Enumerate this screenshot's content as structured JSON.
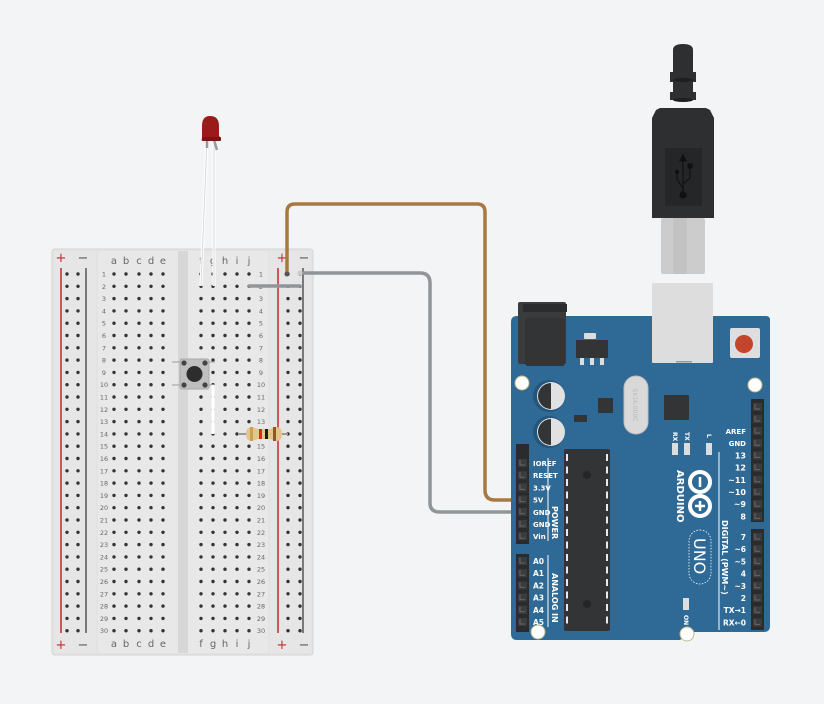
{
  "canvas": {
    "background": "#f3f4f6"
  },
  "breadboard": {
    "columns_left": [
      "a",
      "b",
      "c",
      "d",
      "e"
    ],
    "columns_right": [
      "f",
      "g",
      "h",
      "i",
      "j"
    ],
    "rows": 30,
    "rail_plus": "+",
    "rail_minus": "−",
    "colors": {
      "body": "#e6e6e6",
      "plus_line": "#c8262e",
      "minus_line": "#555555",
      "hole": "#333333",
      "label": "#666666"
    }
  },
  "components": {
    "led": {
      "name": "LED",
      "color": "#9b1b1b"
    },
    "pushbutton": {
      "name": "Pushbutton"
    },
    "resistor": {
      "name": "Resistor",
      "bands": [
        "#8a5a2b",
        "#e8211b",
        "#1a1a1a",
        "#c8a250"
      ]
    },
    "usb_cable": {
      "name": "USB Cable"
    }
  },
  "wires": [
    {
      "name": "5v-wire",
      "color": "#a87842",
      "from": "breadboard + rail row 1",
      "to": "Arduino 5V"
    },
    {
      "name": "gnd-wire",
      "color": "#8f9598",
      "from": "breadboard − rail row 1",
      "to": "Arduino GND"
    },
    {
      "name": "row2-jumper",
      "color": "#8f9598",
      "from": "j2",
      "to": "− rail row 2"
    }
  ],
  "arduino": {
    "board_color": "#2f6a96",
    "logo_text": "ARDUINO",
    "model_text": "UNO",
    "crystal_text": "SK16.000C",
    "on_label": "ON",
    "l_label": "L",
    "tx_label": "TX",
    "rx_label": "RX",
    "power_header_title": "POWER",
    "power_pins": [
      "IOREF",
      "RESET",
      "3.3V",
      "5V",
      "GND",
      "GND",
      "Vin"
    ],
    "analog_header_title": "ANALOG IN",
    "analog_pins": [
      "A0",
      "A1",
      "A2",
      "A3",
      "A4",
      "A5"
    ],
    "digital_header_title": "DIGITAL (PWM~)",
    "digital_upper_pins": [
      "AREF",
      "GND",
      "13",
      "12",
      "~11",
      "~10",
      "~9",
      "8"
    ],
    "digital_lower_pins": [
      "7",
      "~6",
      "~5",
      "4",
      "~3",
      "2",
      "TX→1",
      "RX←0"
    ]
  }
}
